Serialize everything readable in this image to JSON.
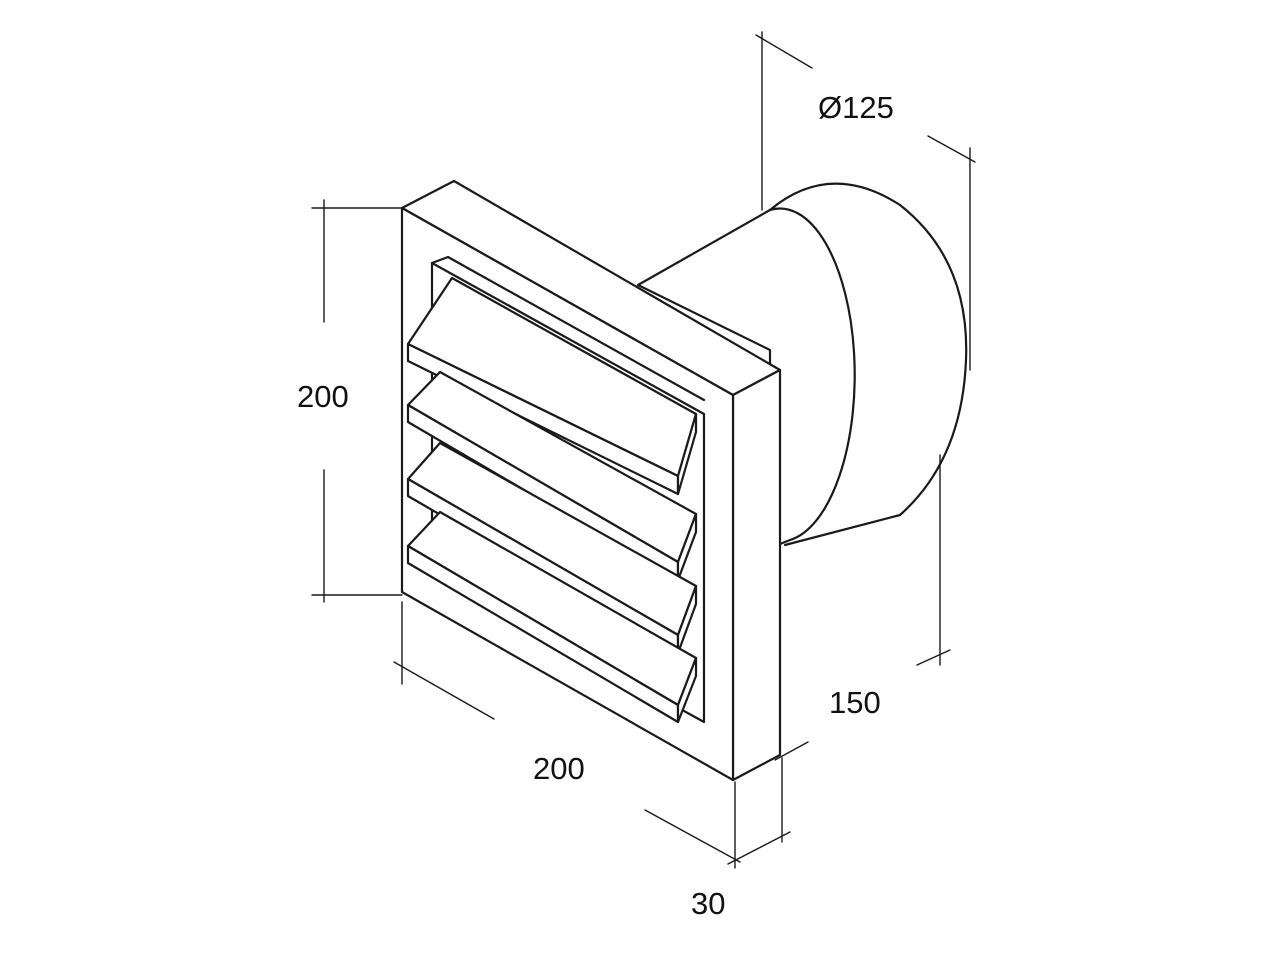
{
  "dimensions": {
    "diameter": "Ø125",
    "frame_height": "200",
    "frame_width": "200",
    "frame_depth": "30",
    "duct_length": "150"
  }
}
